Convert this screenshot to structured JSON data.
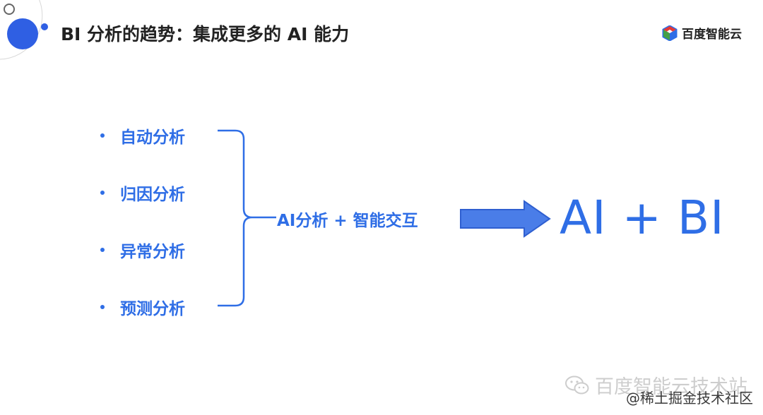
{
  "slide": {
    "title": "BI 分析的趋势：集成更多的 AI 能力",
    "brand_name": "百度智能云",
    "bullets": [
      {
        "label": "自动分析"
      },
      {
        "label": "归因分析"
      },
      {
        "label": "异常分析"
      },
      {
        "label": "预测分析"
      }
    ],
    "center_label": "AI分析  +  智能交互",
    "result_text": "AI + BI",
    "accent_color": "#2f6ee6"
  },
  "watermark": {
    "wechat_text": "百度智能云技术站",
    "community_text": "@稀土掘金技术社区"
  }
}
